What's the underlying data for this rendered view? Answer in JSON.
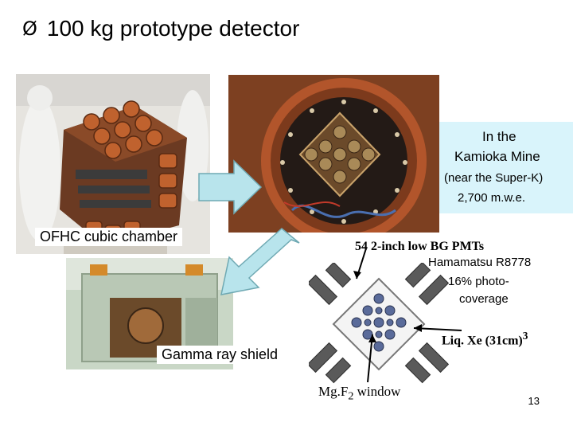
{
  "slide": {
    "bullet": "Ø",
    "title": "100 kg prototype detector",
    "page_number": "13"
  },
  "labels": {
    "ofhc": "OFHC cubic chamber",
    "gamma": "Gamma ray shield",
    "mine_line1": "In the",
    "mine_line2": "Kamioka Mine",
    "mine_line3": "(near the Super-K)",
    "mine_line4": "2,700 m.w.e.",
    "pmts": "54  2-inch low BG PMTs",
    "hamamatsu": "Hamamatsu R8778",
    "coverage_line1": "16% photo-",
    "coverage_line2": "coverage",
    "lxe_prefix": "Liq. Xe (31cm)",
    "lxe_sup": "3",
    "mgf_prefix": "Mg.F",
    "mgf_sub": "2",
    "mgf_suffix": " window"
  },
  "colors": {
    "arrow_fill": "#b8e4ec",
    "arrow_stroke": "#6fa9b3",
    "mine_box": "#d9f4fb",
    "copper": "#b2552b"
  }
}
